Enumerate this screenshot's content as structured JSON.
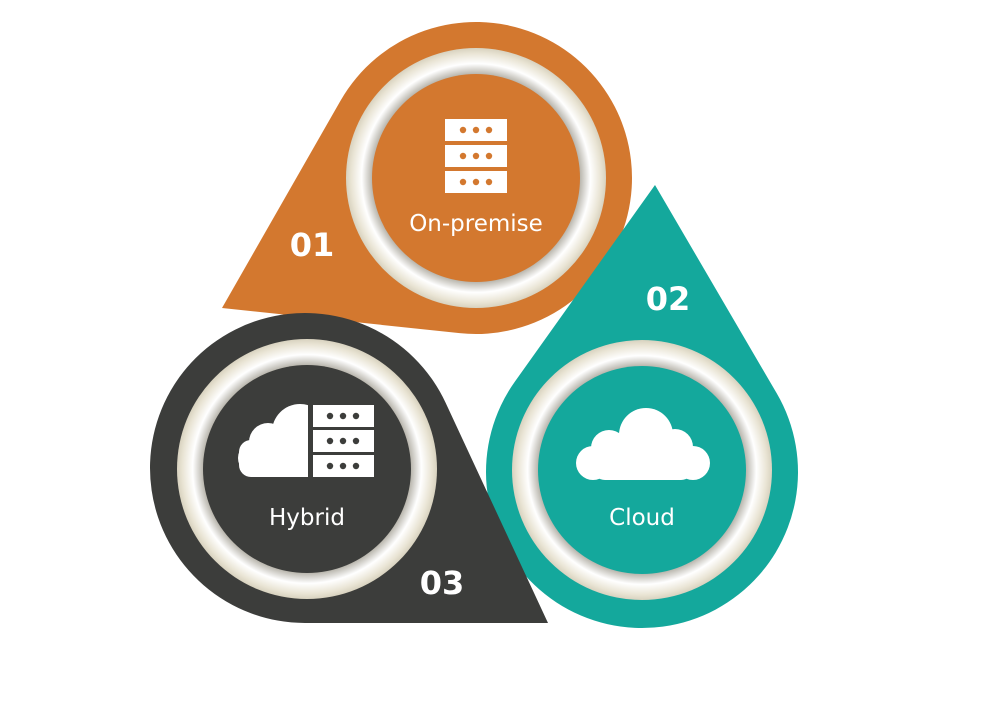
{
  "colors": {
    "on_premise": "#d3782f",
    "cloud": "#14a89c",
    "hybrid": "#3c3d3b",
    "ring": "#f2efe6"
  },
  "segments": [
    {
      "number": "01",
      "label": "On-premise",
      "icon": "server-rack-icon"
    },
    {
      "number": "02",
      "label": "Cloud",
      "icon": "cloud-icon"
    },
    {
      "number": "03",
      "label": "Hybrid",
      "icon": "cloud-server-hybrid-icon"
    }
  ]
}
